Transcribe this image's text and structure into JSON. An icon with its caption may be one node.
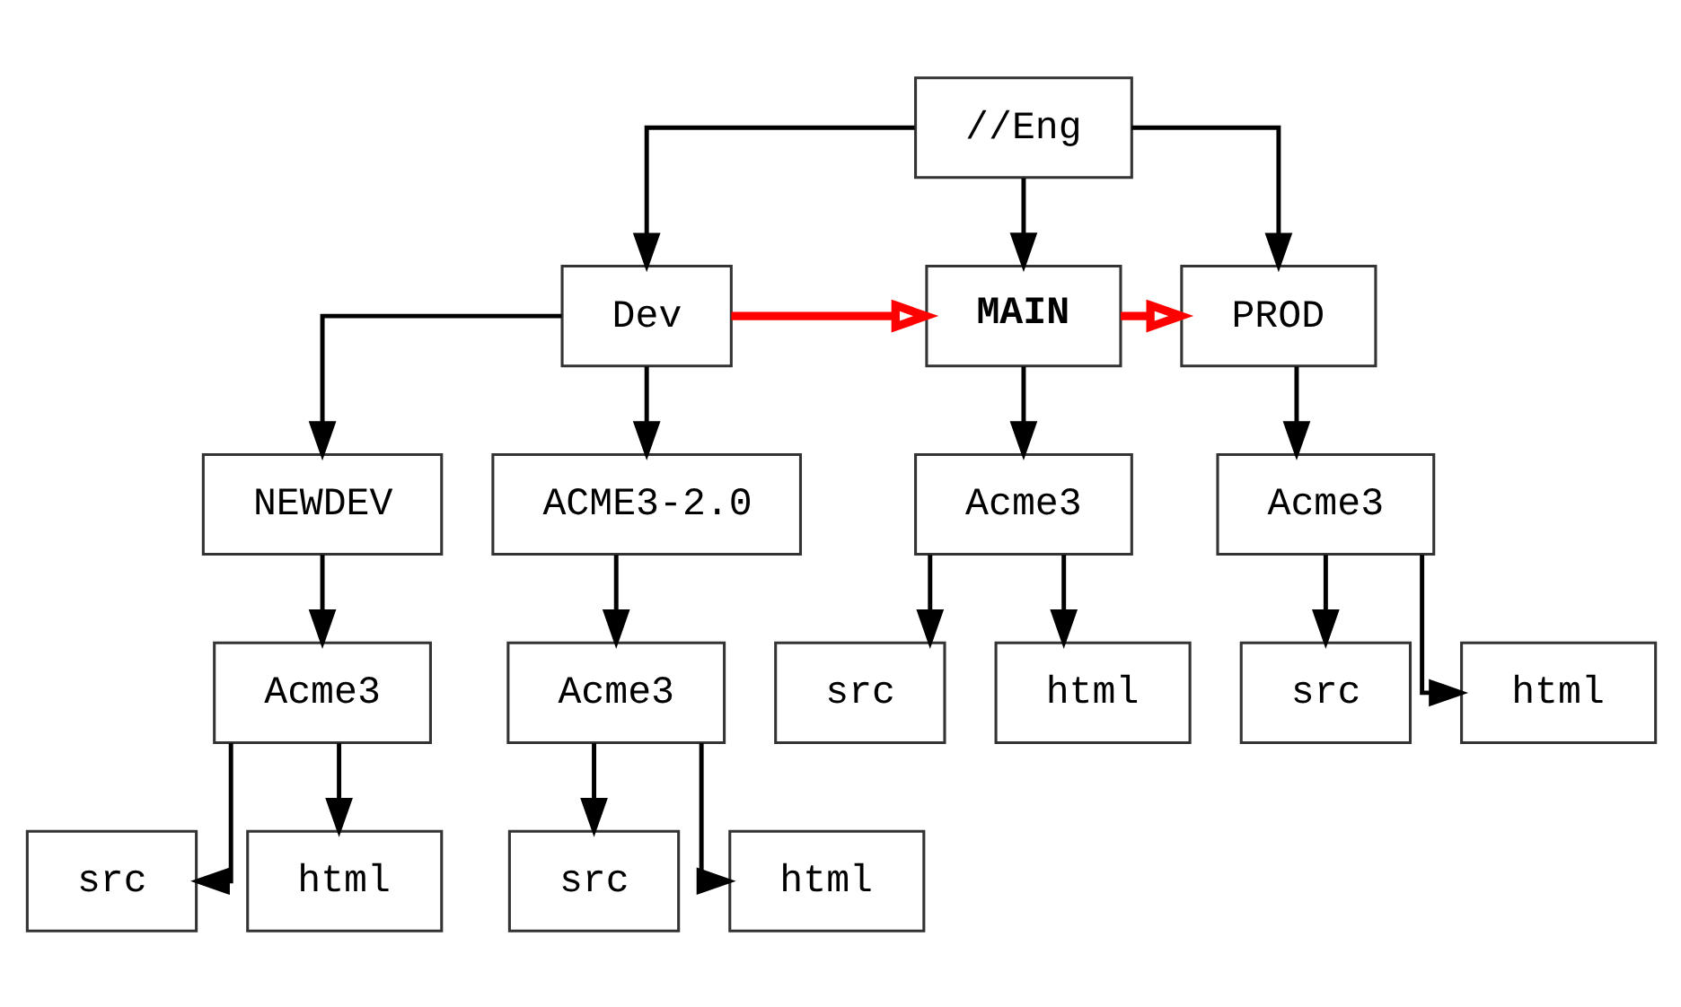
{
  "diagram": {
    "nodes": [
      {
        "text": [
          "//Eng"
        ]
      },
      {
        "text": [
          "Dev"
        ]
      },
      {
        "text": [
          "MAIN"
        ]
      },
      {
        "text": [
          "PROD"
        ]
      },
      {
        "text": [
          "NEWDEV"
        ]
      },
      {
        "text": [
          "ACME3-2.0"
        ]
      },
      {
        "text": [
          "Acme3"
        ]
      },
      {
        "text": [
          "Acme3"
        ]
      },
      {
        "text": [
          "src"
        ]
      },
      {
        "text": [
          "html"
        ]
      },
      {
        "text": [
          "src"
        ]
      },
      {
        "text": [
          "html"
        ]
      },
      {
        "text": [
          "Acme3"
        ]
      },
      {
        "text": [
          "src"
        ]
      },
      {
        "text": [
          "html"
        ]
      },
      {
        "text": [
          "Acme3"
        ]
      },
      {
        "text": [
          "src"
        ]
      },
      {
        "text": [
          "html"
        ]
      }
    ],
    "edges": [
      {
        "from": 0,
        "to": 1,
        "arrow": "to"
      },
      {
        "from": 0,
        "to": 2,
        "arrow": "to"
      },
      {
        "from": 0,
        "to": 3,
        "arrow": "to"
      },
      {
        "from": 1,
        "to": 2,
        "arrow": "to",
        "style": "thick",
        "color": "#ff0000"
      },
      {
        "from": 2,
        "to": 3,
        "arrow": "to",
        "style": "thick",
        "color": "#ff0000"
      },
      {
        "from": 1,
        "to": 4,
        "arrow": "to"
      },
      {
        "from": 1,
        "to": 5,
        "arrow": "to"
      },
      {
        "from": 2,
        "to": 12,
        "arrow": "to"
      },
      {
        "from": 3,
        "to": 15,
        "arrow": "to"
      },
      {
        "from": 4,
        "to": 6,
        "arrow": "to"
      },
      {
        "from": 5,
        "to": 7,
        "arrow": "to"
      },
      {
        "from": 12,
        "to": 13,
        "arrow": "to"
      },
      {
        "from": 12,
        "to": 14,
        "arrow": "to"
      },
      {
        "from": 15,
        "to": 16,
        "arrow": "to"
      },
      {
        "from": 15,
        "to": 17,
        "arrow": "to"
      },
      {
        "from": 6,
        "to": 8,
        "arrow": "to"
      },
      {
        "from": 6,
        "to": 9,
        "arrow": "to"
      },
      {
        "from": 7,
        "to": 10,
        "arrow": "to"
      },
      {
        "from": 7,
        "to": 11,
        "arrow": "to"
      }
    ]
  }
}
